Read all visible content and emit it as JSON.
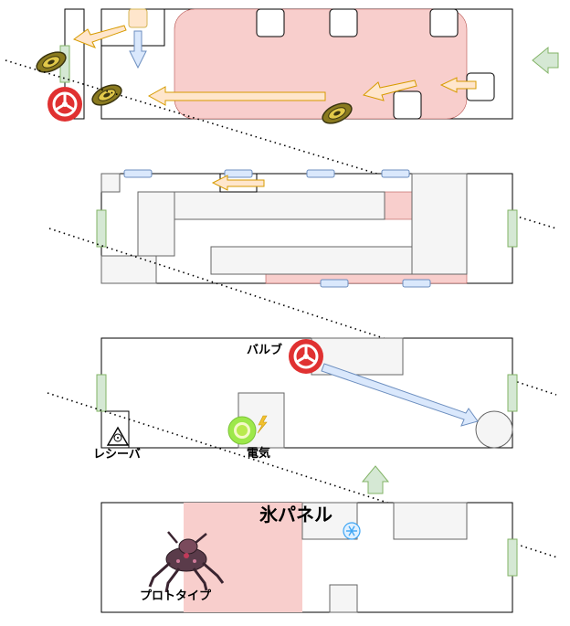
{
  "labels": {
    "valve": "バルブ",
    "electric": "電気",
    "receiver": "レシーバ",
    "ice_panel": "氷パネル",
    "prototype": "プロトタイプ"
  },
  "colors": {
    "hazard_red": "#f8cecc",
    "platform_gray": "#f5f5f5",
    "door_green": "#d5e8d4",
    "ice_blue": "#dae8fc",
    "arrow_orange": "#ffe6cc",
    "valve_red": "#e03131",
    "electric_green": "#9de84a",
    "spark_yellow": "#f2c12e",
    "snow_blue": "#3da5f4"
  },
  "icons": [
    "valve-icon",
    "gear-enemy-icon",
    "lightning-icon",
    "snowflake-icon",
    "receiver-icon",
    "prototype-boss-icon"
  ]
}
